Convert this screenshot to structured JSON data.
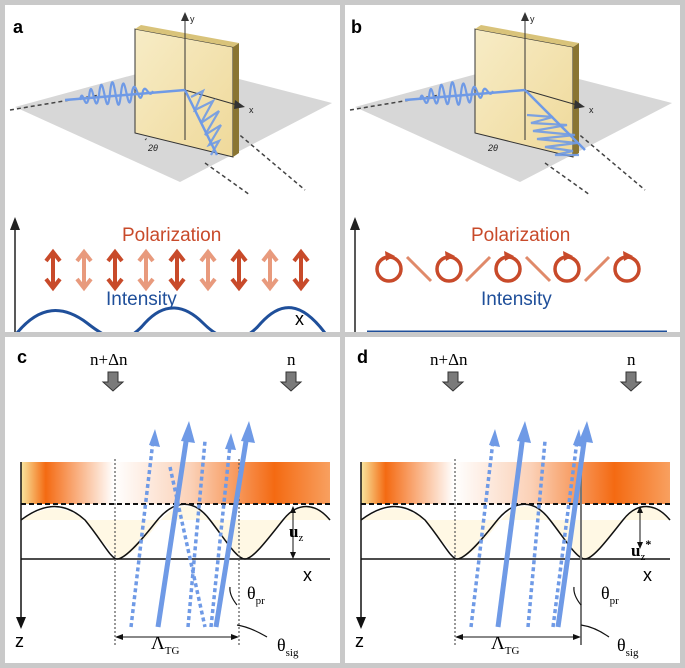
{
  "panels": {
    "a": {
      "label": "a",
      "angle": "2θ",
      "x_axis": "x",
      "y_axis": "y",
      "polarization": "Polarization",
      "intensity": "Intensity",
      "plot_x": "x"
    },
    "b": {
      "label": "b",
      "angle": "2θ",
      "x_axis": "x",
      "y_axis": "y",
      "polarization": "Polarization",
      "intensity": "Intensity",
      "plot_x": "x"
    },
    "c": {
      "label": "c",
      "n_plus": "n+Δn",
      "n": "n",
      "uz_base": "u",
      "uz_sub": "z",
      "x": "x",
      "z": "z",
      "theta": "θ",
      "pr": "pr",
      "sig": "sig",
      "lambda": "Λ",
      "tg": "TG"
    },
    "d": {
      "label": "d",
      "n_plus": "n+Δn",
      "n": "n",
      "uz_base": "u",
      "uz_sub": "z",
      "uz_star": "*",
      "x": "x",
      "z": "z",
      "theta": "θ",
      "pr": "pr",
      "sig": "sig",
      "lambda": "Λ",
      "tg": "TG"
    }
  },
  "colors": {
    "beam": "#6f9ae6",
    "polarization": "#c84a2a",
    "intensity": "#1f4f9a",
    "gradient": "#f46a12",
    "slab": "#f6e5b2"
  }
}
